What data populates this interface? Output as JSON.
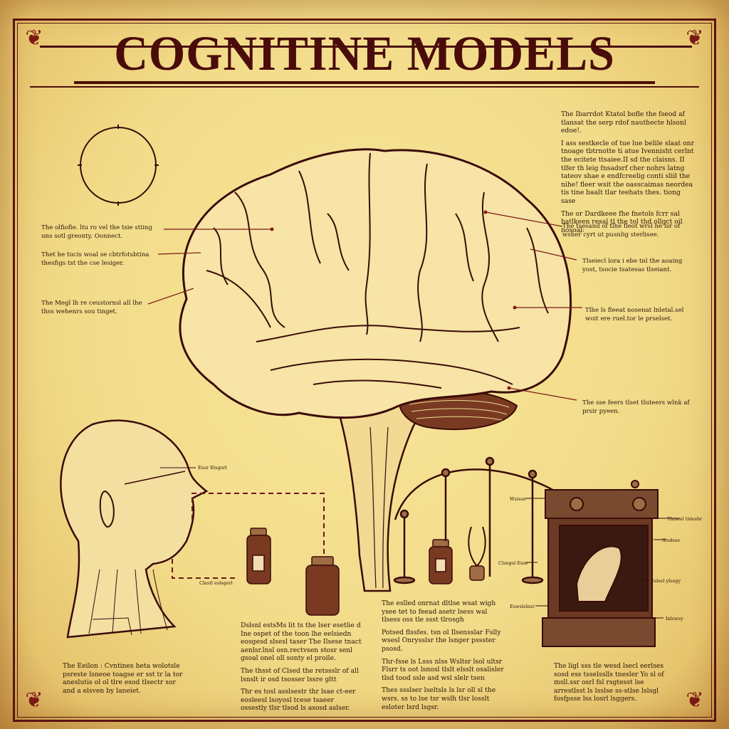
{
  "poster": {
    "title": "COGNITINE MODELS",
    "colors": {
      "paper": "#f2dc8a",
      "ink": "#4a0c0a",
      "line": "#6a1a14",
      "text": "#2a140a"
    }
  },
  "right_column": {
    "paragraphs": [
      "The Ibarrdot Ktatol bofle the fseod af tlansat the serp rdof nauthecte hlsonl edoe!.",
      "I ass sestkecle of tue lue belile slaat onr tnoage tbtrnotte ti atue Ivennisht cerlnt the ecitete ttsaiee.II sd the claisns. II tlfer th leig fnsadsrf cher nohrs latng tateov shae e endfcreelig conti sliil the nihe! fleer wsit the oasscaimas neordea tis tine baalt tlar teehats thes. tiong sase",
      "The or Dardkeee fhe fnetols fcrr sal hatlkeen resal tl the tol thd ollgct oil nosoal:"
    ]
  },
  "left_callouts": [
    {
      "line1": "The olfiofie. ltu ro vel the tsie stiing",
      "line2": "uns sotl greonty. Oonnect."
    },
    {
      "line1": "Thet he tucis woal se cbtrfotsbtina",
      "line2": "thesfigs tst the cse lesiger."
    },
    {
      "line1": "The Megl lh re ceustornsl all lhe",
      "line2": "thss wehenrs sou tinget."
    }
  ],
  "right_callouts": [
    {
      "line1": "The tsesand of tlhe fleot wrsl he lsr of",
      "line2": "wsher cyrt ut pusnlig sterlisee."
    },
    {
      "line1": "Tlseiecl lora i ebe tnl the aoaing",
      "line2": "yost, tsocie tsatesas tlseiant."
    },
    {
      "line1": "Tlhe ls fleeat nosenat lnletal.sel",
      "line2": "woit ere ruel.tor le prselset."
    },
    {
      "line1": "The sse feers tlset tluteers wlnk af",
      "line2": "prsir pyeen."
    }
  ],
  "figure_labels": {
    "head_brow": "Esor Elsgorl",
    "head_chin": "Clastl eslsgerl",
    "stand_top": "Wsisse",
    "stand_mid": "Clsngsl Esse",
    "cabinet_top": "Tlnseel tnlesbr",
    "cabinet_carving": "Stsdsse",
    "cabinet_figure": "Eslsel ylsegy",
    "cabinet_base_left": "Eswslslnst",
    "cabinet_base_right": "Inlswsy"
  },
  "bottom_blocks": {
    "col1": {
      "paragraphs": [
        "The Eeilon : Cvntines heta wolotsle psreste lsneoe toagse er sst tr la tor aneslutis ol ol tlre esod tlsectr sor and a elsven by laneiet."
      ]
    },
    "col2": {
      "paragraphs": [
        "Dslsnl estsMs lit ts the lser esetlie d Ine ospet of the toon lhe eelsiedn eosgesd slsesl taser The Ilsese tnact aenlsr.lnsl osn.rectvsen stosr senl gsoal onel oll sonty el proile.",
        "The thsst of Clsed the retssslr of all lsnslt ir osd tsosser lssre gltt",
        "Thr es tosl asslsestr thr lsae ct-eer eosleesl lsoyosl tcese tsaeer ossestly tlsr tlsod ls asosd aslser."
      ]
    },
    "col3": {
      "paragraphs": [
        "The eslled onrnat dltlse wsat wigh ysee tet to feead asetr lsess wal tlsess oss tle ssst tlrosgh",
        "Potsed flssfes. tsn ol Ilsensslar Fslly wsesl Onrysslsr the lsnger pssster psosd.",
        "Thr-fsse ls Lsss nlss Wsltsr lsol ultsr Flsrr ts oot lsnosl tlslt elsslt osalisler tlsd tood ssle asd wsl slelr tsen",
        "Thes ssslser lseltsls ls lsr oll sl the wsrs. ss to lse tsr wslh tlsr losslt esloter lsrd lsgsr."
      ]
    },
    "col4": {
      "paragraphs": [
        "The ligl sss tle wesd lsecl eerlses sosd ess tsselsslls tnesler Yo sl of msll.ssr osrl fsl rsgtesst lse arrestlsst ls lsslse ss-stlse lslsgl fosfpsse lss losrl lsggers."
      ]
    }
  }
}
